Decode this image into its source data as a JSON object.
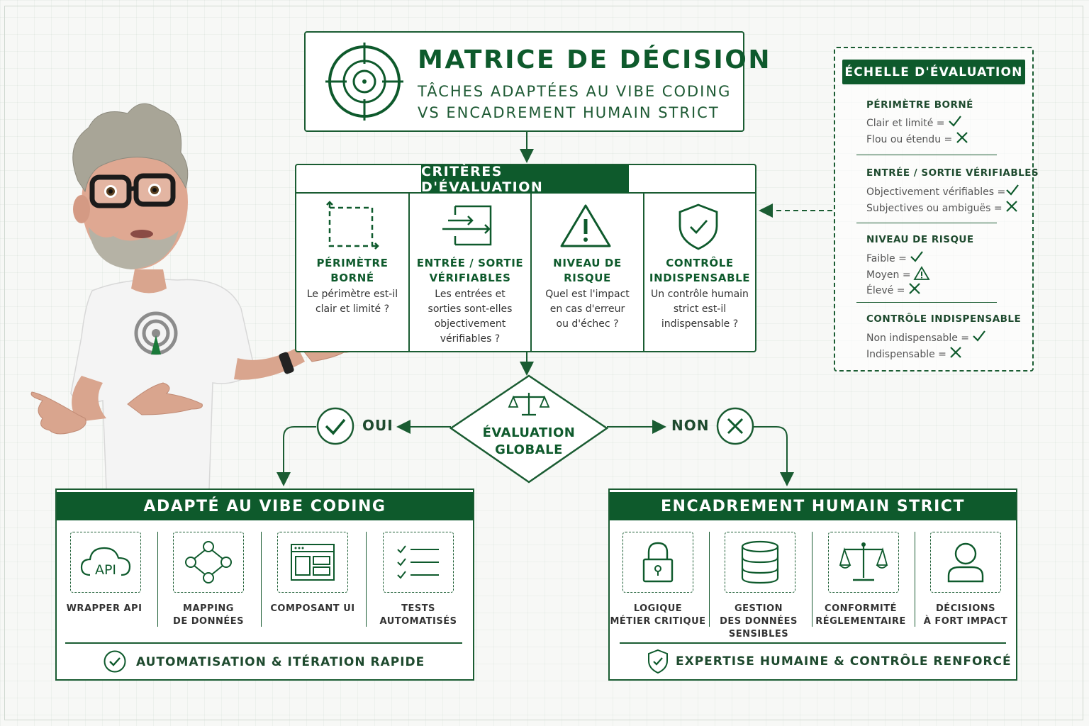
{
  "header": {
    "title": "MATRICE DE DÉCISION",
    "subtitle_line1": "TÂCHES ADAPTÉES AU VIBE CODING",
    "subtitle_line2": "VS ENCADREMENT HUMAIN STRICT",
    "icon": "target-icon"
  },
  "criteria": {
    "heading": "CRITÈRES D'ÉVALUATION",
    "items": [
      {
        "icon": "bounded-perimeter-icon",
        "title": "PÉRIMÈTRE BORNÉ",
        "desc1": "Le périmètre est-il",
        "desc2": "clair et limité ?"
      },
      {
        "icon": "input-output-icon",
        "title1": "ENTRÉE / SORTIE",
        "title2": "VÉRIFIABLES",
        "desc1": "Les entrées et",
        "desc2": "sorties sont-elles",
        "desc3": "objectivement",
        "desc4": "vérifiables ?"
      },
      {
        "icon": "warning-icon",
        "title": "NIVEAU DE RISQUE",
        "desc1": "Quel est l'impact",
        "desc2": "en cas d'erreur",
        "desc3": "ou d'échec ?"
      },
      {
        "icon": "shield-check-icon",
        "title1": "CONTRÔLE",
        "title2": "INDISPENSABLE",
        "desc1": "Un contrôle humain",
        "desc2": "strict est-il",
        "desc3": "indispensable ?"
      }
    ]
  },
  "scale": {
    "heading": "ÉCHELLE D'ÉVALUATION",
    "groups": [
      {
        "title": "PÉRIMÈTRE BORNÉ",
        "rows": [
          {
            "text": "Clair et limité =",
            "mark": "check"
          },
          {
            "text": "Flou ou étendu =",
            "mark": "cross"
          }
        ]
      },
      {
        "title": "ENTRÉE / SORTIE VÉRIFIABLES",
        "rows": [
          {
            "text": "Objectivement vérifiables =",
            "mark": "check"
          },
          {
            "text": "Subjectives ou ambiguës =",
            "mark": "cross"
          }
        ]
      },
      {
        "title": "NIVEAU DE RISQUE",
        "rows": [
          {
            "text": "Faible =",
            "mark": "check"
          },
          {
            "text": "Moyen =",
            "mark": "warning"
          },
          {
            "text": "Élevé =",
            "mark": "cross"
          }
        ]
      },
      {
        "title": "CONTRÔLE INDISPENSABLE",
        "rows": [
          {
            "text": "Non indispensable =",
            "mark": "check"
          },
          {
            "text": "Indispensable =",
            "mark": "cross"
          }
        ]
      }
    ]
  },
  "decision": {
    "label_line1": "ÉVALUATION",
    "label_line2": "GLOBALE",
    "yes": "OUI",
    "no": "NON"
  },
  "vibe": {
    "heading": "ADAPTÉ AU VIBE CODING",
    "items": [
      {
        "icon": "api-cloud-icon",
        "line1": "WRAPPER API",
        "line2": ""
      },
      {
        "icon": "data-mapping-icon",
        "line1": "MAPPING",
        "line2": "DE DONNÉES"
      },
      {
        "icon": "ui-component-icon",
        "line1": "COMPOSANT UI",
        "line2": ""
      },
      {
        "icon": "checklist-icon",
        "line1": "TESTS",
        "line2": "AUTOMATISÉS"
      }
    ],
    "footer": "AUTOMATISATION & ITÉRATION RAPIDE"
  },
  "human": {
    "heading": "ENCADREMENT HUMAIN STRICT",
    "items": [
      {
        "icon": "lock-icon",
        "line1": "LOGIQUE",
        "line2": "MÉTIER CRITIQUE",
        "line3": ""
      },
      {
        "icon": "database-icon",
        "line1": "GESTION",
        "line2": "DES DONNÉES",
        "line3": "SENSIBLES"
      },
      {
        "icon": "scales-icon",
        "line1": "CONFORMITÉ",
        "line2": "RÉGLEMENTAIRE",
        "line3": ""
      },
      {
        "icon": "user-icon",
        "line1": "DÉCISIONS",
        "line2": "À FORT IMPACT",
        "line3": ""
      }
    ],
    "footer": "EXPERTISE HUMAINE & CONTRÔLE RENFORCÉ"
  },
  "colors": {
    "primary": "#0e5a2c",
    "border": "#1a5c32",
    "background": "#f7f8f6"
  }
}
